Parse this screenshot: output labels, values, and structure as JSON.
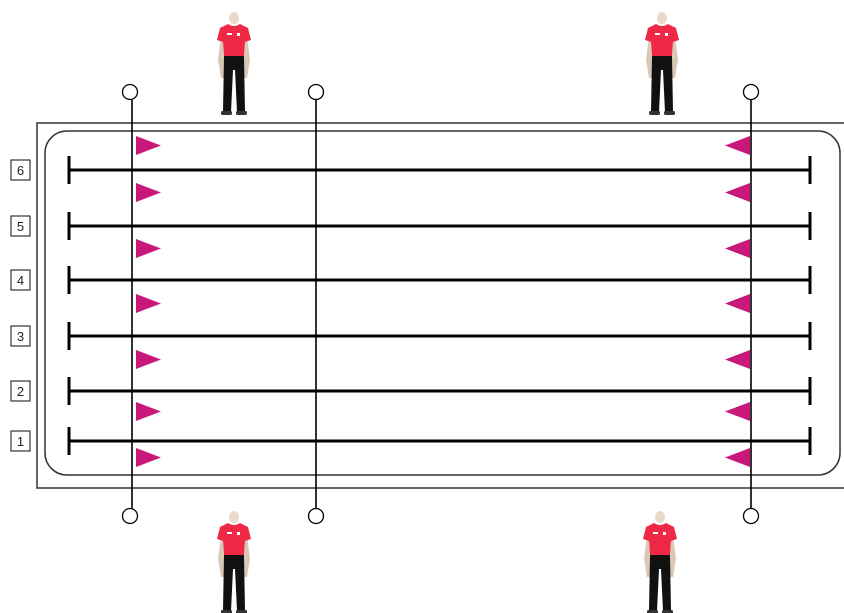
{
  "lanes": [
    {
      "label": "6"
    },
    {
      "label": "5"
    },
    {
      "label": "4"
    },
    {
      "label": "3"
    },
    {
      "label": "2"
    },
    {
      "label": "1"
    }
  ],
  "officials": {
    "count": 4,
    "shirt_color": "#EE2845",
    "trouser_color": "#111111"
  },
  "flags": {
    "color": "#C8197A",
    "per_side": 7
  },
  "lines": {
    "lane_color": "#000000",
    "rope_color": "#000000"
  },
  "pool": {
    "border_color": "#333333"
  }
}
